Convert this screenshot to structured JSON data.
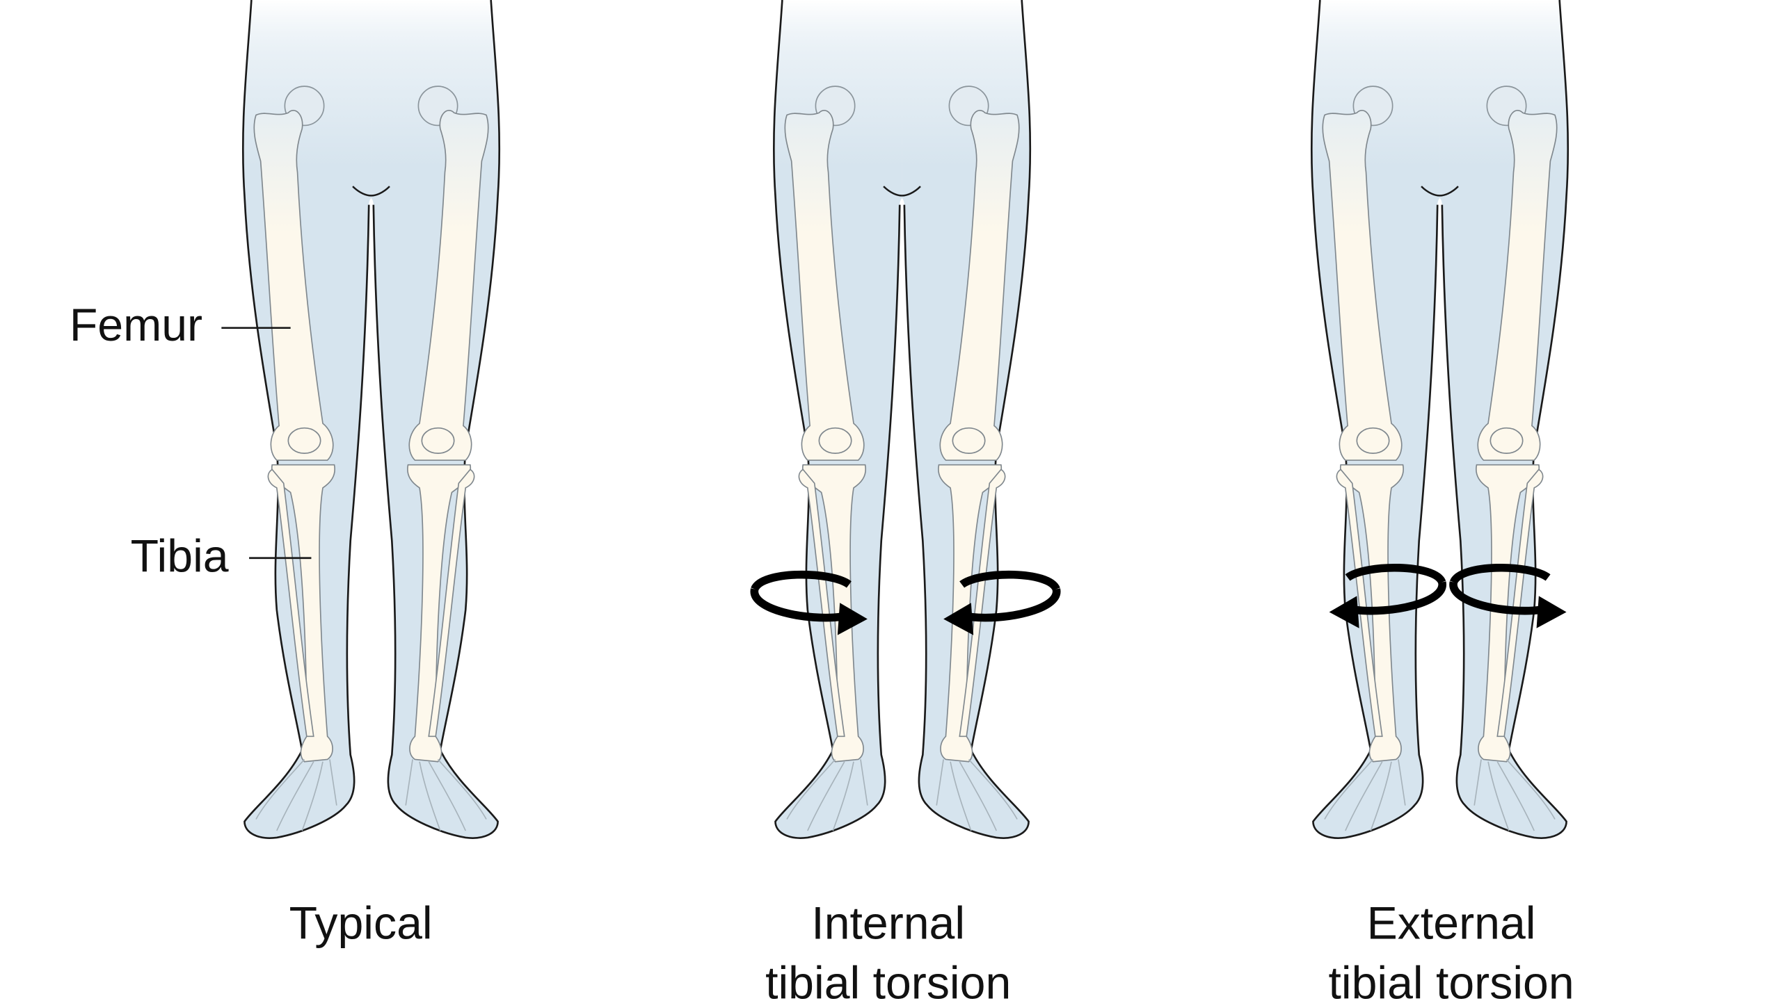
{
  "labels": {
    "femur": "Femur",
    "tibia": "Tibia"
  },
  "panels": [
    {
      "caption_line1": "Typical",
      "caption_line2": ""
    },
    {
      "caption_line1": "Internal",
      "caption_line2": "tibial torsion",
      "arrows": "inward"
    },
    {
      "caption_line1": "External",
      "caption_line2": "tibial torsion",
      "arrows": "outward"
    }
  ],
  "colors": {
    "skin": "#d6e4ee",
    "bone": "#fdf8ec",
    "outline": "#1a1a1a",
    "arrow": "#000000"
  }
}
